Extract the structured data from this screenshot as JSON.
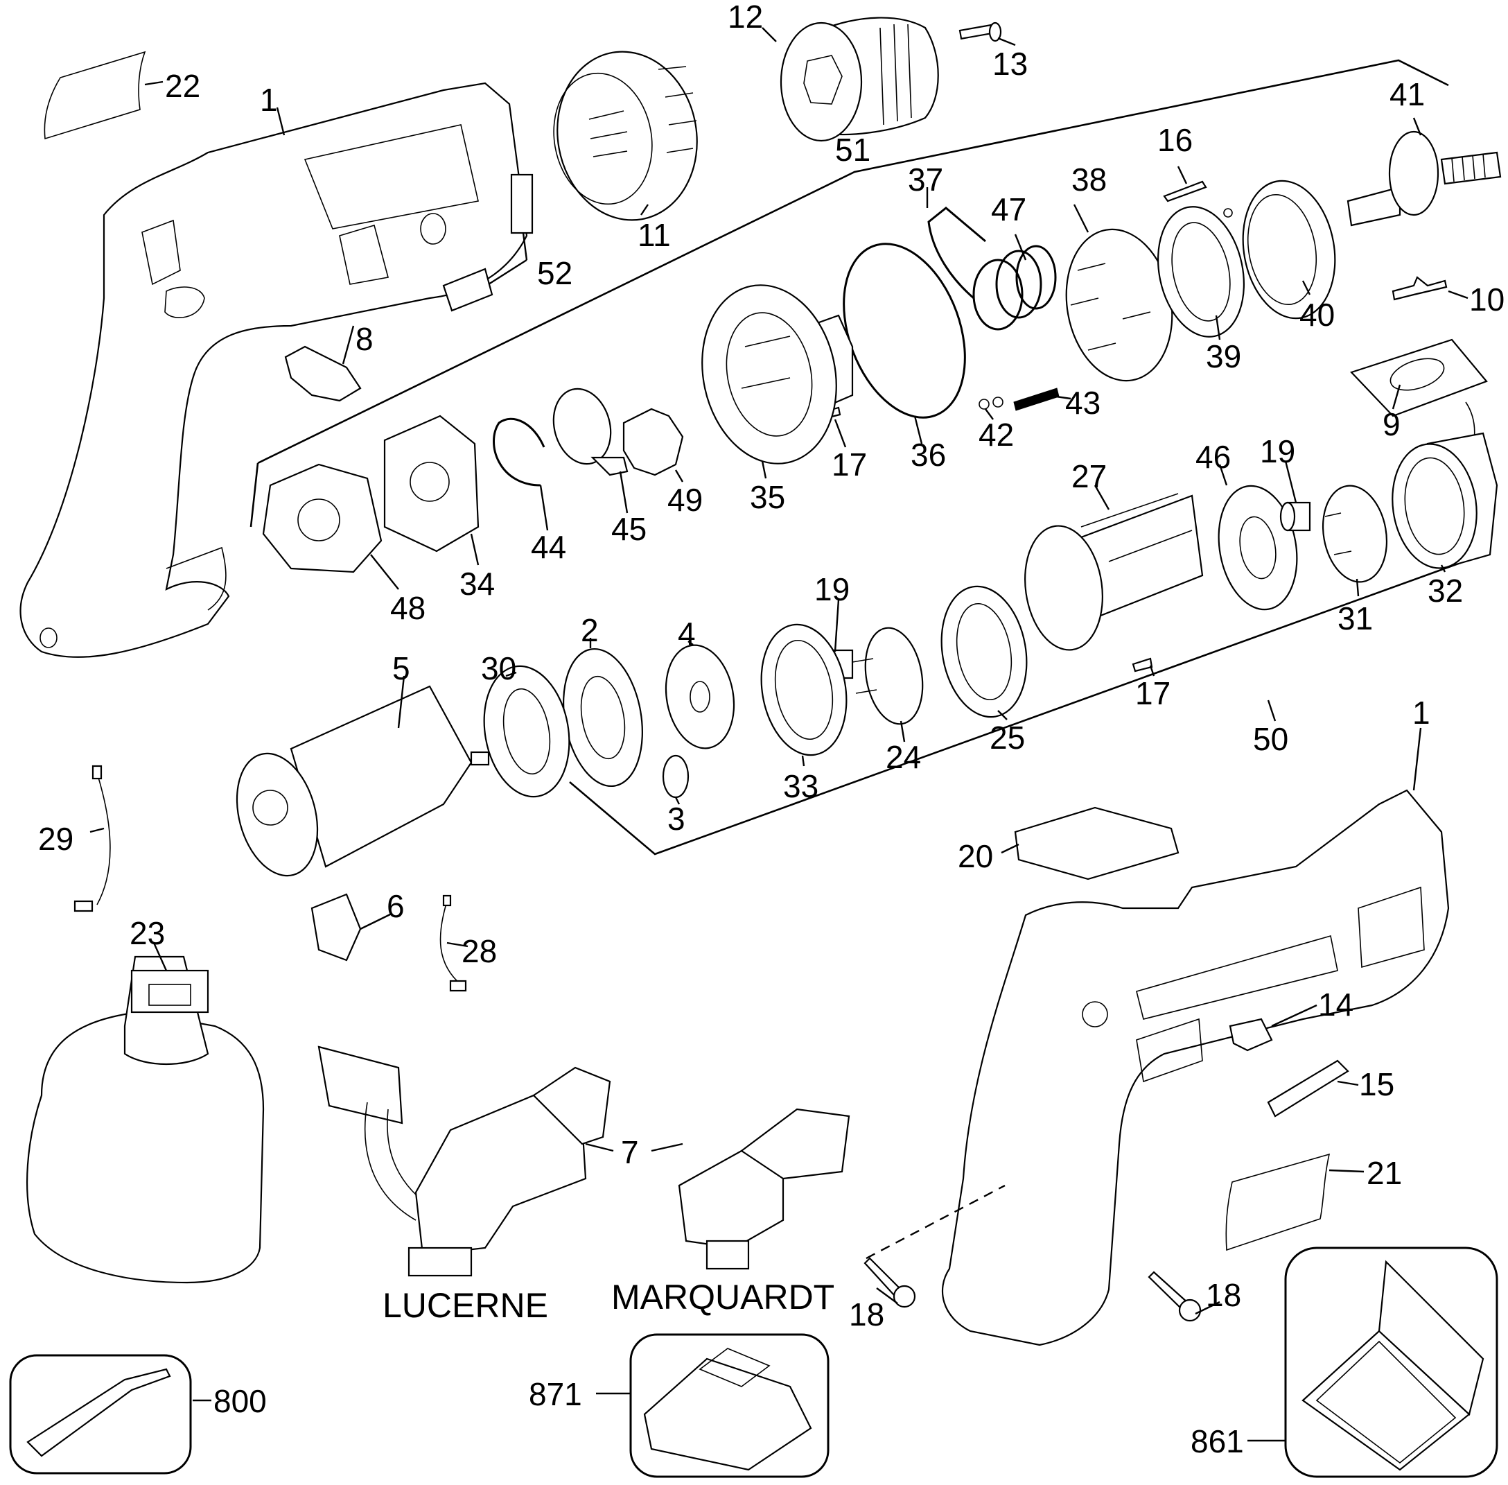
{
  "diagram": {
    "type": "exploded-parts-diagram",
    "subject": "cordless drill",
    "callouts": [
      {
        "id": "22",
        "label": "22",
        "part": "label"
      },
      {
        "id": "1a",
        "label": "1",
        "part": "housing (left half)"
      },
      {
        "id": "11",
        "label": "11",
        "part": "collar"
      },
      {
        "id": "12",
        "label": "12",
        "part": "chuck"
      },
      {
        "id": "13",
        "label": "13",
        "part": "chuck screw"
      },
      {
        "id": "51",
        "label": "51",
        "part": "clutch assembly bracket"
      },
      {
        "id": "41",
        "label": "41",
        "part": "spindle"
      },
      {
        "id": "16",
        "label": "16",
        "part": "screw"
      },
      {
        "id": "37",
        "label": "37",
        "part": "wire spring"
      },
      {
        "id": "47",
        "label": "47",
        "part": "spring"
      },
      {
        "id": "38",
        "label": "38",
        "part": "clutch plate"
      },
      {
        "id": "39",
        "label": "39",
        "part": "ball ring"
      },
      {
        "id": "40",
        "label": "40",
        "part": "clutch ring"
      },
      {
        "id": "10",
        "label": "10",
        "part": "spring clip"
      },
      {
        "id": "9",
        "label": "9",
        "part": "bit holder plate"
      },
      {
        "id": "42",
        "label": "42",
        "part": "balls"
      },
      {
        "id": "43",
        "label": "43",
        "part": "spring"
      },
      {
        "id": "36",
        "label": "36",
        "part": "ring"
      },
      {
        "id": "17a",
        "label": "17",
        "part": "screw"
      },
      {
        "id": "35",
        "label": "35",
        "part": "clutch housing"
      },
      {
        "id": "49",
        "label": "49",
        "part": "nut"
      },
      {
        "id": "45",
        "label": "45",
        "part": "shift ring"
      },
      {
        "id": "44",
        "label": "44",
        "part": "retaining ring"
      },
      {
        "id": "34",
        "label": "34",
        "part": "plate"
      },
      {
        "id": "48",
        "label": "48",
        "part": "spring plate"
      },
      {
        "id": "8",
        "label": "8",
        "part": "switch lever"
      },
      {
        "id": "52",
        "label": "52",
        "part": "labels"
      },
      {
        "id": "27",
        "label": "27",
        "part": "gear case"
      },
      {
        "id": "46",
        "label": "46",
        "part": "washer"
      },
      {
        "id": "19a",
        "label": "19",
        "part": "pinion"
      },
      {
        "id": "31",
        "label": "31",
        "part": "carrier"
      },
      {
        "id": "32",
        "label": "32",
        "part": "ring gear"
      },
      {
        "id": "19b",
        "label": "19",
        "part": "pinion"
      },
      {
        "id": "24",
        "label": "24",
        "part": "carrier"
      },
      {
        "id": "25",
        "label": "25",
        "part": "ring gear"
      },
      {
        "id": "17b",
        "label": "17",
        "part": "screw"
      },
      {
        "id": "50",
        "label": "50",
        "part": "transmission assembly bracket"
      },
      {
        "id": "1b",
        "label": "1",
        "part": "housing (right half)"
      },
      {
        "id": "2",
        "label": "2",
        "part": "plate"
      },
      {
        "id": "4",
        "label": "4",
        "part": "carrier"
      },
      {
        "id": "33",
        "label": "33",
        "part": "ring gear"
      },
      {
        "id": "3",
        "label": "3",
        "part": "pinion"
      },
      {
        "id": "30",
        "label": "30",
        "part": "washer"
      },
      {
        "id": "5",
        "label": "5",
        "part": "motor"
      },
      {
        "id": "29",
        "label": "29",
        "part": "lead wire"
      },
      {
        "id": "6",
        "label": "6",
        "part": "terminal block"
      },
      {
        "id": "28",
        "label": "28",
        "part": "lead wire"
      },
      {
        "id": "23",
        "label": "23",
        "part": "battery pack"
      },
      {
        "id": "7",
        "label": "7",
        "part": "switch"
      },
      {
        "id": "20",
        "label": "20",
        "part": "vent cover"
      },
      {
        "id": "14",
        "label": "14",
        "part": "bit clip"
      },
      {
        "id": "15",
        "label": "15",
        "part": "bit"
      },
      {
        "id": "21",
        "label": "21",
        "part": "label"
      },
      {
        "id": "18a",
        "label": "18",
        "part": "screw"
      },
      {
        "id": "18b",
        "label": "18",
        "part": "screw"
      },
      {
        "id": "800",
        "label": "800",
        "part": "accessory"
      },
      {
        "id": "871",
        "label": "871",
        "part": "charger"
      },
      {
        "id": "861",
        "label": "861",
        "part": "kit box"
      }
    ],
    "captions": {
      "switch_variant_1": "LUCERNE",
      "switch_variant_2": "MARQUARDT"
    }
  }
}
